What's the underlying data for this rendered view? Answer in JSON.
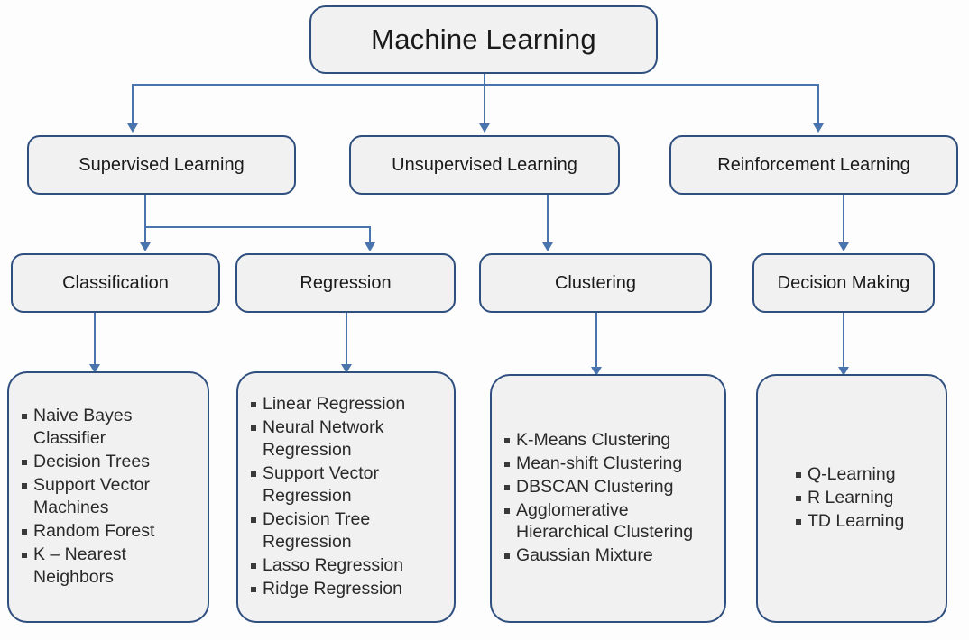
{
  "diagram": {
    "title_node": {
      "label": "Machine Learning"
    },
    "level2": [
      {
        "label": "Supervised Learning"
      },
      {
        "label": "Unsupervised Learning"
      },
      {
        "label": "Reinforcement Learning"
      }
    ],
    "level3": [
      {
        "label": "Classification"
      },
      {
        "label": "Regression"
      },
      {
        "label": "Clustering"
      },
      {
        "label": "Decision Making"
      }
    ],
    "leaves": {
      "classification": [
        "Naive Bayes Classifier",
        "Decision Trees",
        "Support Vector Machines",
        "Random Forest",
        "K – Nearest Neighbors"
      ],
      "regression": [
        "Linear Regression",
        "Neural Network Regression",
        "Support Vector Regression",
        "Decision Tree Regression",
        "Lasso Regression",
        "Ridge Regression"
      ],
      "clustering": [
        "K-Means Clustering",
        "Mean-shift Clustering",
        "DBSCAN Clustering",
        "Agglomerative Hierarchical Clustering",
        "Gaussian Mixture"
      ],
      "decision_making": [
        "Q-Learning",
        "R Learning",
        "TD Learning"
      ]
    },
    "colors": {
      "box_border": "#2f4f7f",
      "box_fill": "#f1f1f1",
      "connector": "#4a74ad",
      "text": "#1a1a1a",
      "background": "#fdfdfd"
    }
  }
}
